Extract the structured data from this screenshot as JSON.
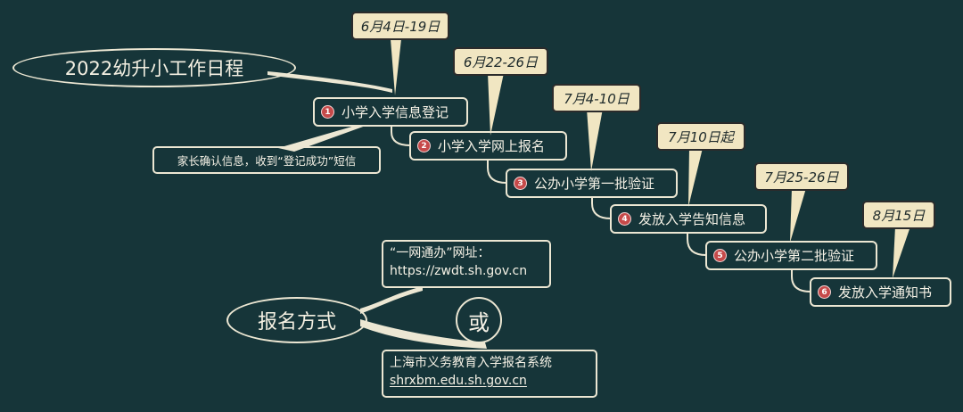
{
  "title": "2022幼升小工作日程",
  "steps": [
    {
      "num": "1",
      "label": "小学入学信息登记",
      "date": "6月4日-19日"
    },
    {
      "num": "2",
      "label": "小学入学网上报名",
      "date": "6月22-26日"
    },
    {
      "num": "3",
      "label": "公办小学第一批验证",
      "date": "7月4-10日"
    },
    {
      "num": "4",
      "label": "发放入学告知信息",
      "date": "7月10日起"
    },
    {
      "num": "5",
      "label": "公办小学第二批验证",
      "date": "7月25-26日"
    },
    {
      "num": "6",
      "label": "发放入学通知书",
      "date": "8月15日"
    }
  ],
  "step1_note": "家长确认信息，收到“登记成功”短信",
  "methods": {
    "title": "报名方式",
    "or_label": "或",
    "option1": {
      "line1": "“一网通办”网址：",
      "line2": "https://zwdt.sh.gov.cn"
    },
    "option2": {
      "line1": "上海市义务教育入学报名系统",
      "line2": "shrxbm.edu.sh.gov.cn"
    }
  },
  "colors": {
    "background": "#163539",
    "connector": "#ece7d3",
    "date_fill": "#f1e6c2",
    "number_badge": "#c64a4a"
  }
}
